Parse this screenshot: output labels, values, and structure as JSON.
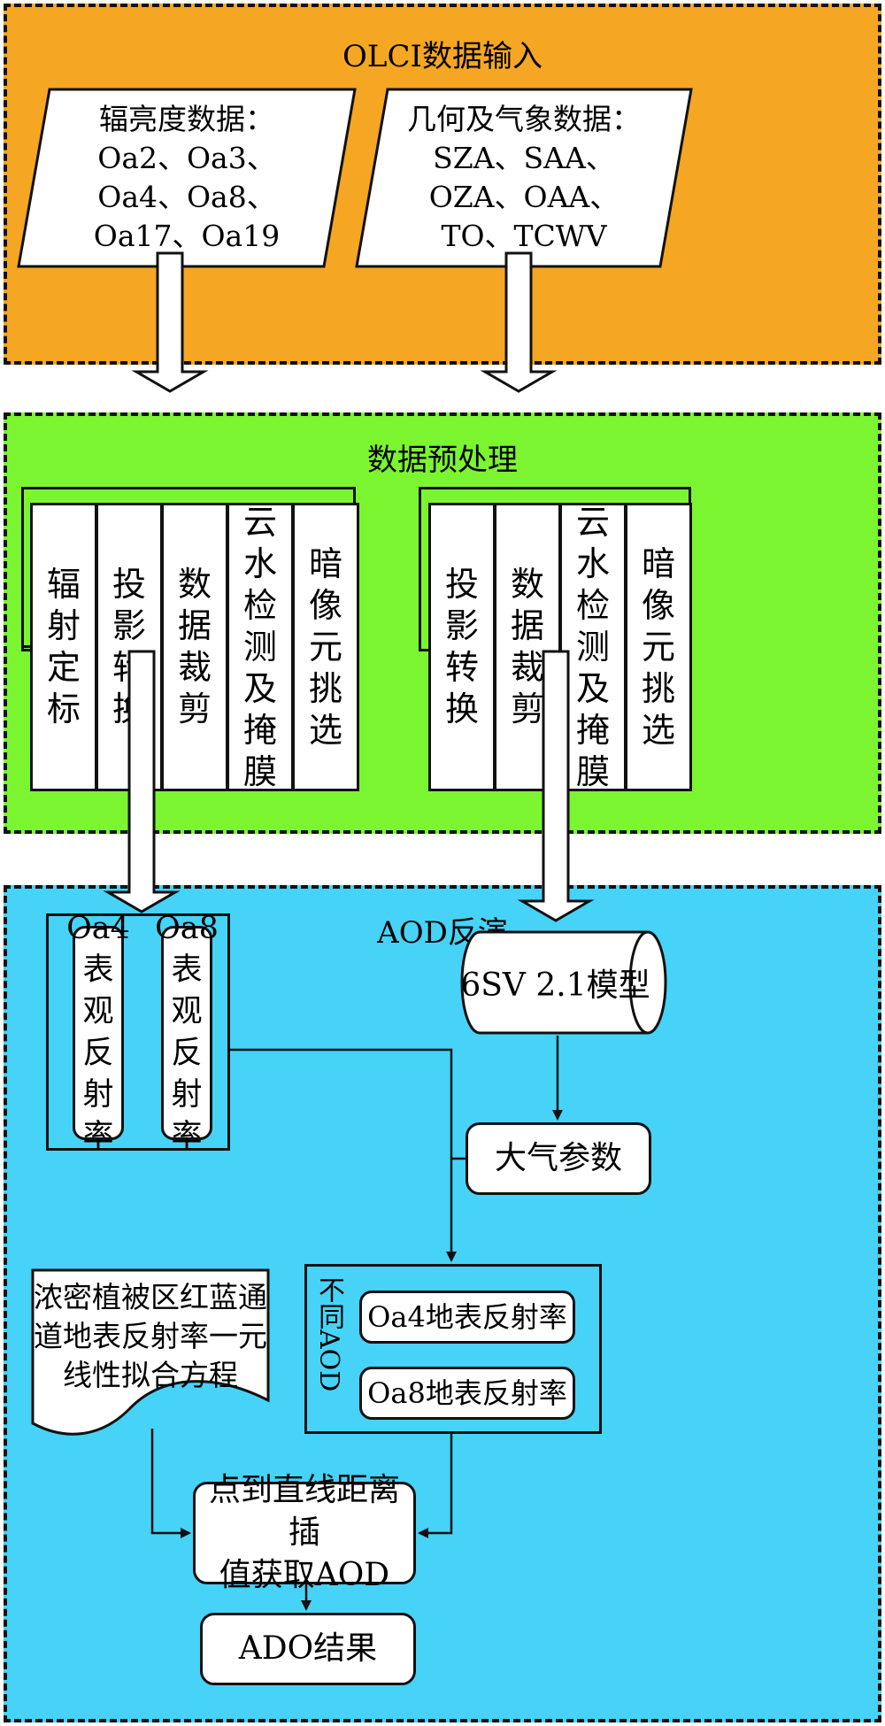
{
  "input": {
    "title": "OLCI数据输入",
    "radiance": {
      "title": "辐亮度数据：",
      "lines": [
        "Oa2、Oa3、",
        "Oa4、Oa8、",
        "Oa17、Oa19"
      ]
    },
    "geometry": {
      "title": "几何及气象数据：",
      "lines": [
        "SZA、SAA、",
        "OZA、OAA、",
        "TO、TCWV"
      ]
    }
  },
  "preprocess": {
    "title": "数据预处理",
    "left_steps": [
      "辐射定标",
      "投影转换",
      "数据裁剪",
      "云水检测及掩膜",
      "暗像元挑选"
    ],
    "right_steps": [
      "投影转换",
      "数据裁剪",
      "云水检测及掩膜",
      "暗像元挑选"
    ]
  },
  "aod": {
    "title": "AOD反演",
    "reflect_oa4": [
      "Oa4",
      "表",
      "观",
      "反",
      "射",
      "率"
    ],
    "reflect_oa8": [
      "Oa8",
      "表",
      "观",
      "反",
      "射",
      "率"
    ],
    "model": "6SV 2.1模型",
    "atm_params": "大气参数",
    "dense_veg": [
      "浓密植被区红蓝通",
      "道地表反射率一元",
      "线性拟合方程"
    ],
    "diff_aod_label": "不同AOD",
    "oa4_surface": "Oa4地表反射率",
    "oa8_surface": "Oa8地表反射率",
    "interp": [
      "点到直线距离插",
      "值获取AOD"
    ],
    "result": "ADO结果"
  }
}
